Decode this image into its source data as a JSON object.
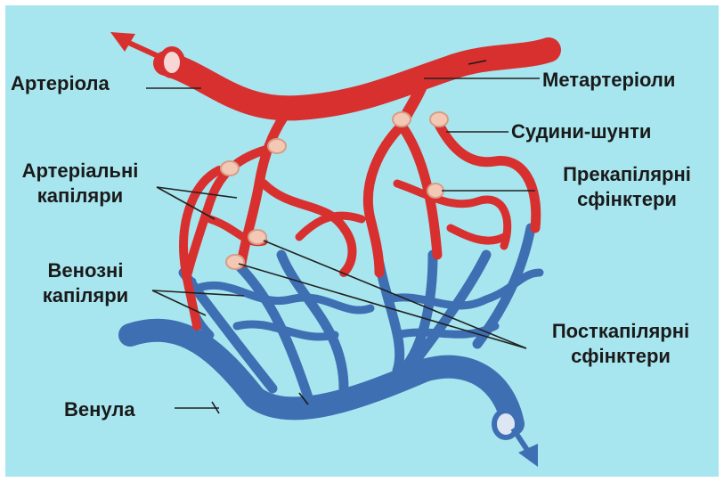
{
  "labels": {
    "arteriole": "Артеріола",
    "metarterioles": "Метартеріоли",
    "shunt_vessels": "Судини-шунти",
    "arterial_capillaries_1": "Артеріальні",
    "arterial_capillaries_2": "капіляри",
    "precapillary_1": "Прекапілярні",
    "precapillary_2": "сфінктери",
    "venous_capillaries_1": "Венозні",
    "venous_capillaries_2": "капіляри",
    "postcapillary_1": "Посткапілярні",
    "postcapillary_2": "сфінктери",
    "venule": "Венула"
  },
  "colors": {
    "background": "#a8e6ef",
    "artery": "#d8302f",
    "vein": "#3f6fb3",
    "sphincter": "#f3c9b5"
  }
}
